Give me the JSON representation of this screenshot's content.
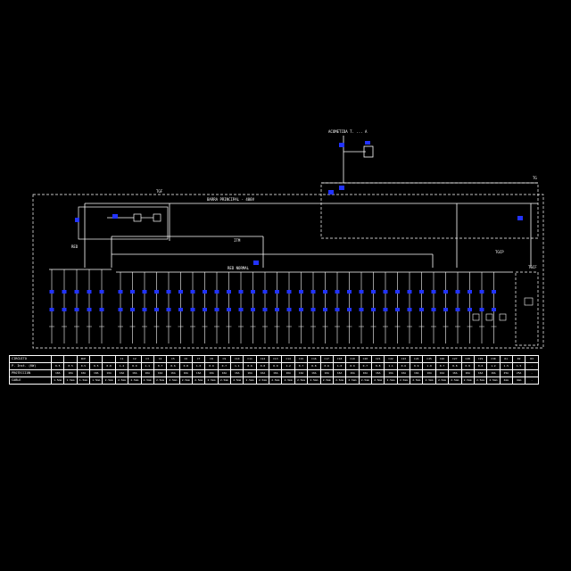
{
  "labels": {
    "supply_top": "ACOMETIDA  T.  ...  A",
    "tgf": "TGF",
    "tg_right": "TG",
    "bus_main": "BARRA PRINCIPAL  -  400V",
    "bus_left": "RED",
    "tgcp": "TGCP",
    "tgcf": "TGCF",
    "cb_main": "ITM",
    "sub_bus": "RED NORMAL"
  },
  "table": {
    "row_headers": [
      "CIRCUITO",
      "P. Inst. (KW)",
      "PROTECCION",
      "CABLE"
    ],
    "group_label": "RCP",
    "rows": [
      [
        "",
        "",
        "",
        "",
        "",
        "C1",
        "C2",
        "C3",
        "C4",
        "C5",
        "C6",
        "C7",
        "C8",
        "C9",
        "C10",
        "C11",
        "C12",
        "C13",
        "C14",
        "C15",
        "C16",
        "C17",
        "C18",
        "C19",
        "C20",
        "C21",
        "C22",
        "C23",
        "C24",
        "C25",
        "C26",
        "C27",
        "C28",
        "C29",
        "C30",
        "R1",
        "R2",
        "R3"
      ],
      [
        "0.5",
        "0.5",
        "0.5",
        "0.5",
        "0.8",
        "1.2",
        "0.9",
        "1.1",
        "0.7",
        "0.6",
        "0.8",
        "1.0",
        "0.9",
        "0.7",
        "1.1",
        "0.6",
        "0.8",
        "0.9",
        "1.2",
        "0.7",
        "0.8",
        "0.6",
        "1.0",
        "0.9",
        "0.7",
        "0.8",
        "1.1",
        "0.6",
        "0.9",
        "1.0",
        "0.7",
        "0.8",
        "0.9",
        "0.6",
        "1.2",
        "1.5",
        "1.5",
        "-"
      ],
      [
        "10A",
        "10A",
        "10A",
        "10A",
        "16A",
        "16A",
        "16A",
        "16A",
        "16A",
        "16A",
        "16A",
        "16A",
        "16A",
        "16A",
        "16A",
        "16A",
        "16A",
        "16A",
        "16A",
        "16A",
        "16A",
        "16A",
        "16A",
        "16A",
        "16A",
        "16A",
        "16A",
        "16A",
        "16A",
        "16A",
        "16A",
        "16A",
        "16A",
        "16A",
        "16A",
        "25A",
        "25A",
        "-"
      ],
      [
        "1.5mm",
        "1.5mm",
        "1.5mm",
        "1.5mm",
        "2.5mm",
        "2.5mm",
        "2.5mm",
        "2.5mm",
        "2.5mm",
        "2.5mm",
        "2.5mm",
        "2.5mm",
        "2.5mm",
        "2.5mm",
        "2.5mm",
        "2.5mm",
        "2.5mm",
        "2.5mm",
        "2.5mm",
        "2.5mm",
        "2.5mm",
        "2.5mm",
        "2.5mm",
        "2.5mm",
        "2.5mm",
        "2.5mm",
        "2.5mm",
        "2.5mm",
        "2.5mm",
        "2.5mm",
        "2.5mm",
        "2.5mm",
        "2.5mm",
        "2.5mm",
        "2.5mm",
        "4mm",
        "4mm",
        "-"
      ]
    ]
  },
  "colors": {
    "line": "#ffffff",
    "device": "#2233ff",
    "background": "#000000"
  }
}
